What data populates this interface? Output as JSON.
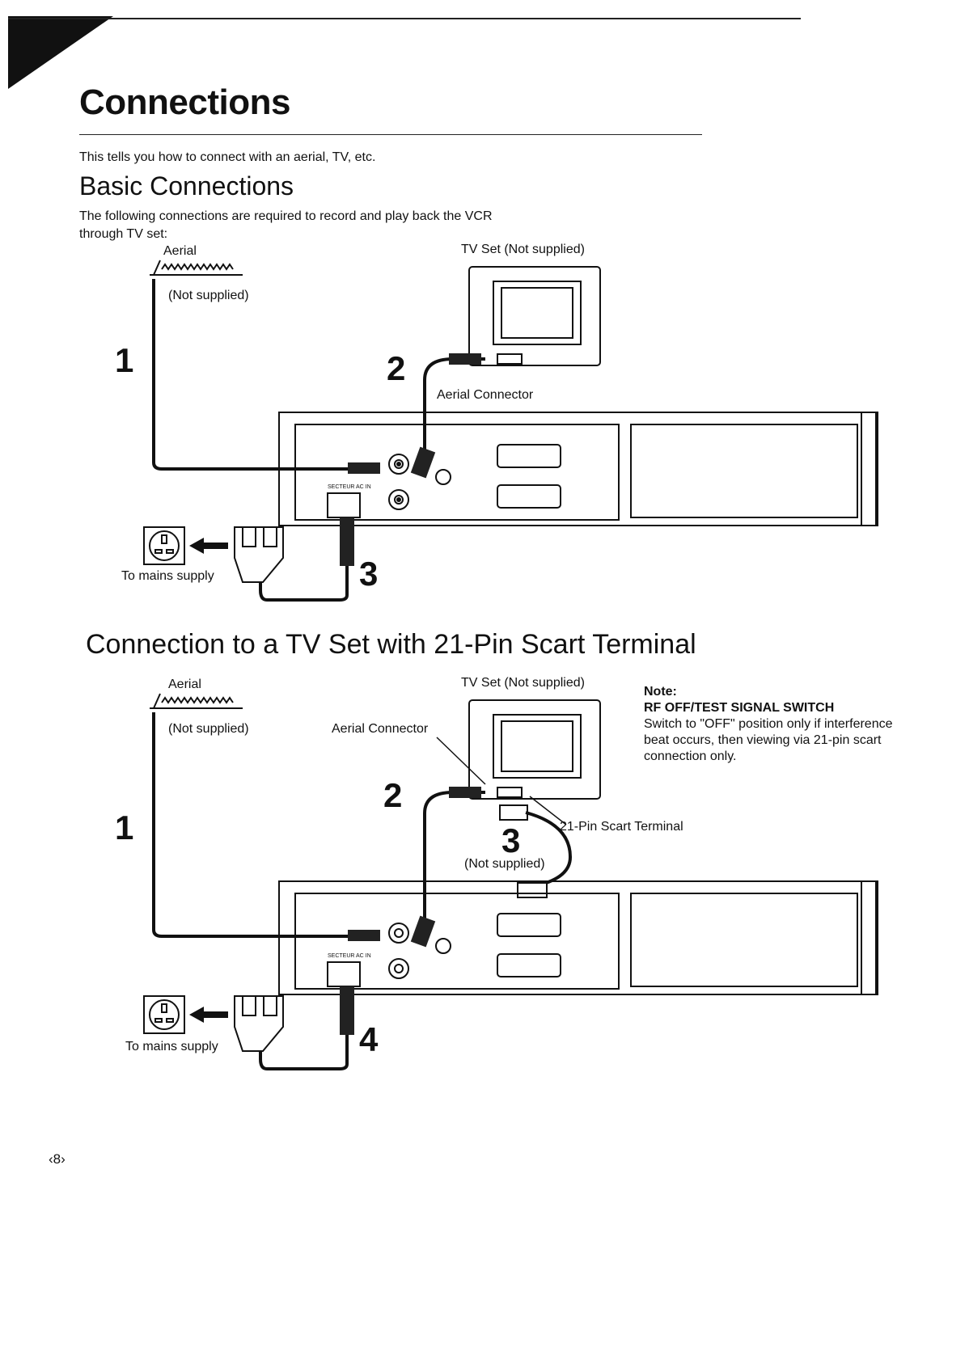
{
  "page": {
    "title": "Connections",
    "intro": "This tells you how to connect with an aerial, TV, etc.",
    "page_number": "‹8›"
  },
  "basic": {
    "heading": "Basic Connections",
    "paragraph": "The following connections are required to record and play back the VCR through TV set:",
    "aerial": "Aerial",
    "not_supplied": "(Not supplied)",
    "tv_set": "TV Set (Not supplied)",
    "aerial_connector": "Aerial Connector",
    "mains": "To mains supply",
    "step1": "1",
    "step2": "2",
    "step3": "3",
    "vcr_ac_label": "SECTEUR AC IN"
  },
  "scart": {
    "heading": "Connection to a TV Set with 21-Pin Scart Terminal",
    "aerial": "Aerial",
    "not_supplied": "(Not supplied)",
    "tv_set": "TV Set (Not supplied)",
    "aerial_connector": "Aerial Connector",
    "scart_terminal": "21-Pin Scart Terminal",
    "scart_not_supplied": "(Not supplied)",
    "mains": "To mains supply",
    "step1": "1",
    "step2": "2",
    "step3": "3",
    "step4": "4"
  },
  "note": {
    "title": "Note:",
    "subtitle": "RF OFF/TEST SIGNAL SWITCH",
    "body": "Switch to \"OFF\" position only if interference beat occurs, then viewing via 21-pin scart connection only."
  }
}
